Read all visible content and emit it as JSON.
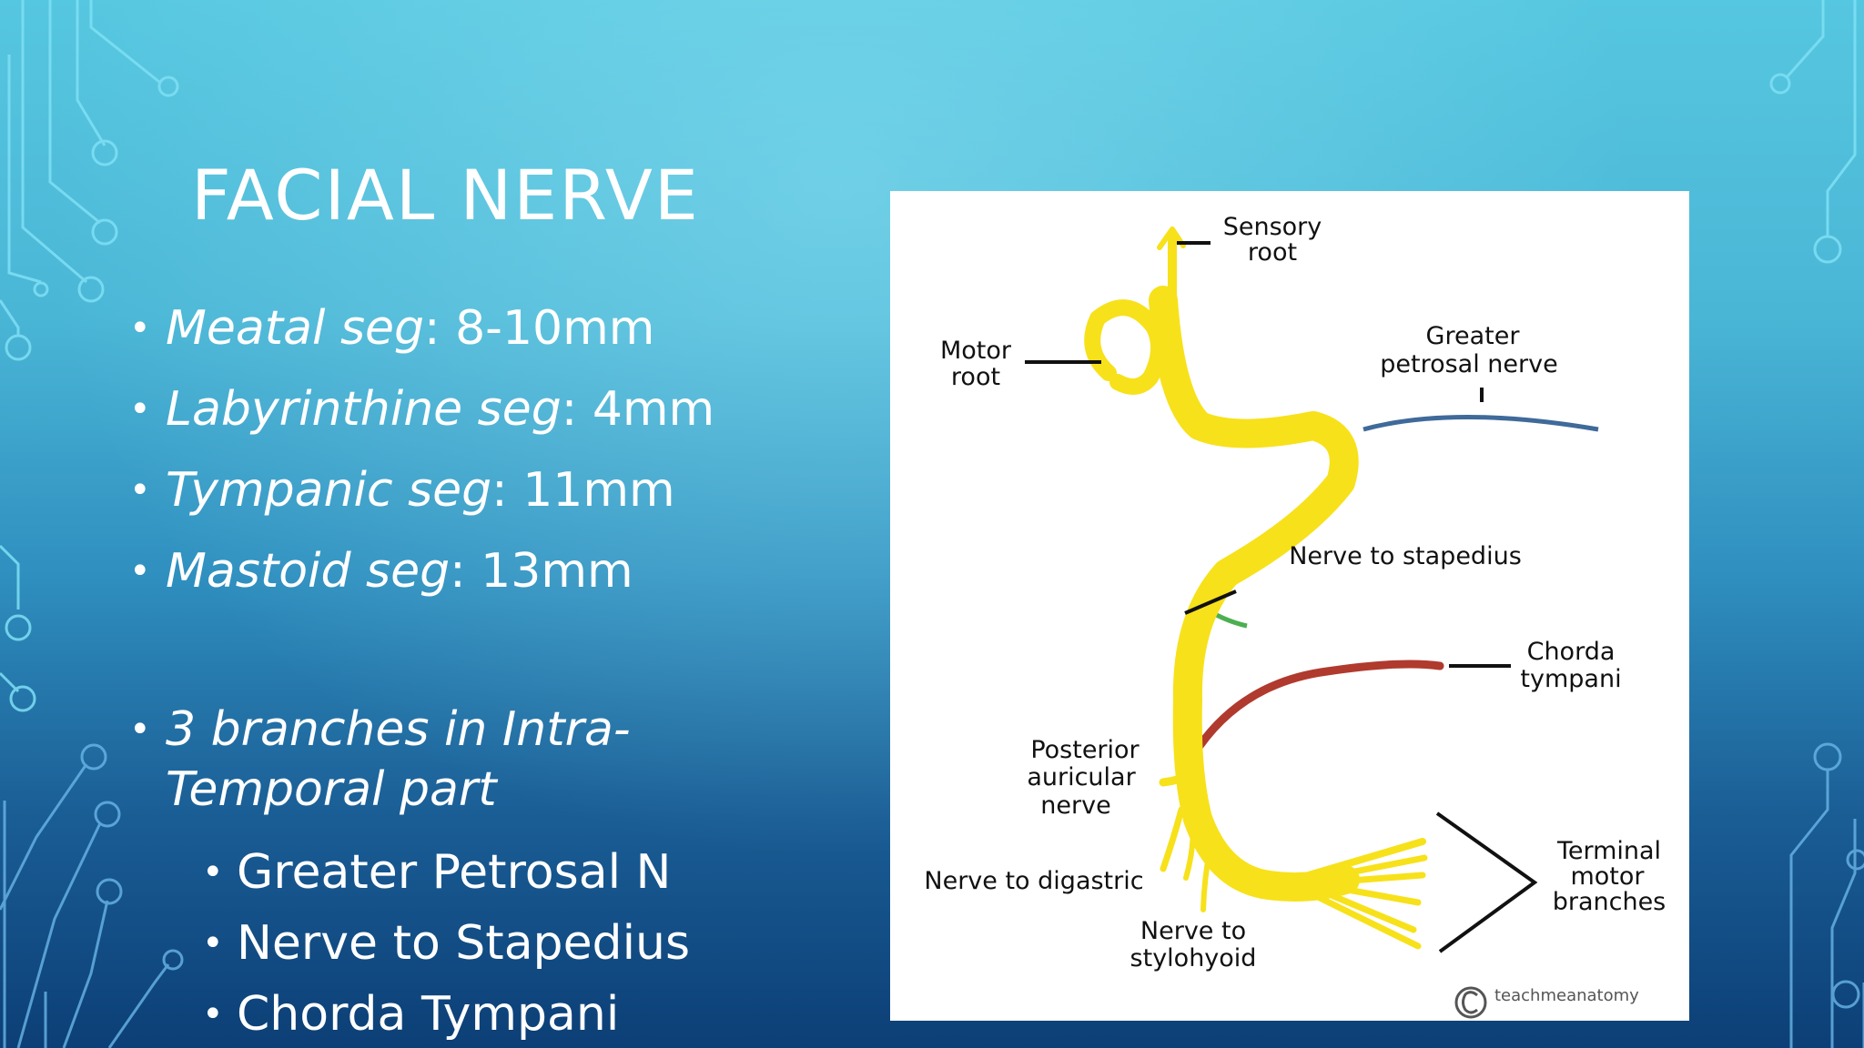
{
  "slide": {
    "title": "FACIAL NERVE",
    "bullets": [
      {
        "label": "Meatal seg",
        "value": ": 8-10mm"
      },
      {
        "label": "Labyrinthine seg",
        "value": ": 4mm"
      },
      {
        "label": "Tympanic seg",
        "value": ": 11mm"
      },
      {
        "label": "Mastoid seg",
        "value": ": 13mm"
      }
    ],
    "branches_heading_line1": "3 branches in Intra-",
    "branches_heading_line2": "Temporal part",
    "branches": [
      "Greater Petrosal N",
      "Nerve to Stapedius",
      "Chorda Tympani"
    ]
  },
  "figure": {
    "labels": {
      "sensory_root_1": "Sensory",
      "sensory_root_2": "root",
      "motor_root_1": "Motor",
      "motor_root_2": "root",
      "greater_petrosal_1": "Greater",
      "greater_petrosal_2": "petrosal nerve",
      "nerve_to_stapedius": "Nerve to stapedius",
      "chorda_tympani_1": "Chorda",
      "chorda_tympani_2": "tympani",
      "posterior_auricular_1": "Posterior",
      "posterior_auricular_2": "auricular",
      "posterior_auricular_3": "nerve",
      "nerve_to_digastric": "Nerve to digastric",
      "nerve_to_stylohyoid_1": "Nerve to",
      "nerve_to_stylohyoid_2": "stylohyoid",
      "terminal_motor_1": "Terminal",
      "terminal_motor_2": "motor",
      "terminal_motor_3": "branches"
    },
    "watermark": "teachmeanatomy",
    "colors": {
      "nerve": "#f7e11a",
      "petrosal": "#3f6a9a",
      "chorda": "#b03a2e",
      "stapedius": "#4caf50"
    }
  }
}
